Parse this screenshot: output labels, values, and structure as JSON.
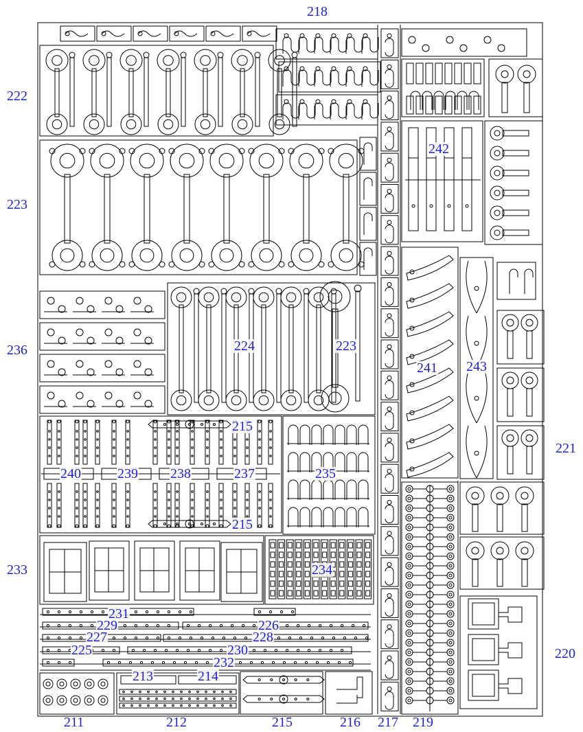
{
  "title": "Photo-etched fret parts sheet",
  "accent_color": "#1f1fd6",
  "line_color": "#000000",
  "labels": {
    "l218": "218",
    "l222": "222",
    "l223a": "223",
    "l242": "242",
    "l236": "236",
    "l224": "224",
    "l223b": "223",
    "l241": "241",
    "l243": "243",
    "l221": "221",
    "l215a": "215",
    "l240": "240",
    "l239": "239",
    "l238": "238",
    "l237": "237",
    "l235": "235",
    "l215b": "215",
    "l233": "233",
    "l234": "234",
    "l231": "231",
    "l229": "229",
    "l226": "226",
    "l227": "227",
    "l228": "228",
    "l225": "225",
    "l230": "230",
    "l232": "232",
    "l220": "220",
    "l213": "213",
    "l214": "214",
    "l211": "211",
    "l212": "212",
    "l215c": "215",
    "l216": "216",
    "l217": "217",
    "l219": "219"
  }
}
